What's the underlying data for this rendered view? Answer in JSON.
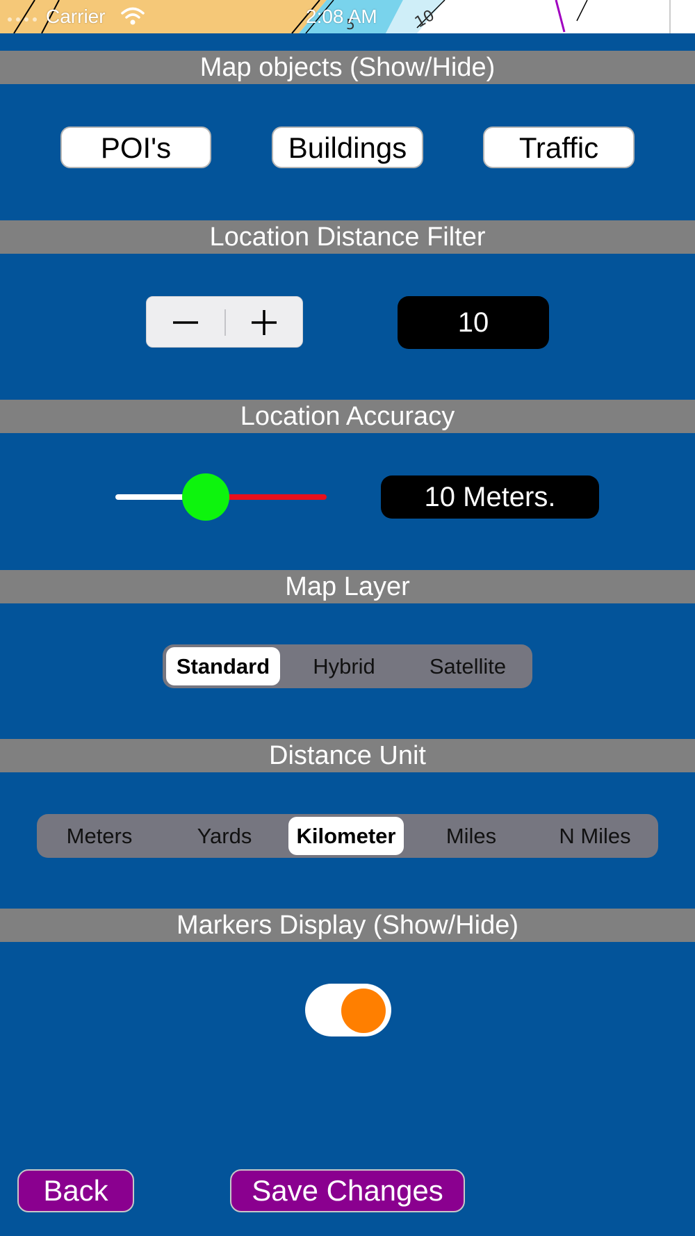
{
  "status_bar": {
    "carrier": "Carrier",
    "time": "2:08 AM",
    "map_labels": [
      "5",
      "10"
    ]
  },
  "sections": {
    "map_objects": {
      "title": "Map objects (Show/Hide)",
      "buttons": [
        "POI's",
        "Buildings",
        "Traffic"
      ]
    },
    "distance_filter": {
      "title": "Location Distance Filter",
      "minus_label": "−",
      "plus_label": "+",
      "value": "10"
    },
    "location_accuracy": {
      "title": "Location Accuracy",
      "value_label": "10 Meters.",
      "slider_fraction": 0.36
    },
    "map_layer": {
      "title": "Map Layer",
      "options": [
        "Standard",
        "Hybrid",
        "Satellite"
      ],
      "selected": "Standard"
    },
    "distance_unit": {
      "title": "Distance Unit",
      "options": [
        "Meters",
        "Yards",
        "Kilometer",
        "Miles",
        "N Miles"
      ],
      "selected": "Kilometer"
    },
    "markers_display": {
      "title": "Markers Display (Show/Hide)",
      "enabled": true
    }
  },
  "footer": {
    "back_label": "Back",
    "save_label": "Save Changes"
  },
  "colors": {
    "background": "#03549a",
    "header": "#808080",
    "slider_min": "#ffffff",
    "slider_max": "#e8101c",
    "slider_thumb": "#0df40d",
    "toggle_knob": "#ff7f00",
    "footer_button": "#8a008f"
  }
}
